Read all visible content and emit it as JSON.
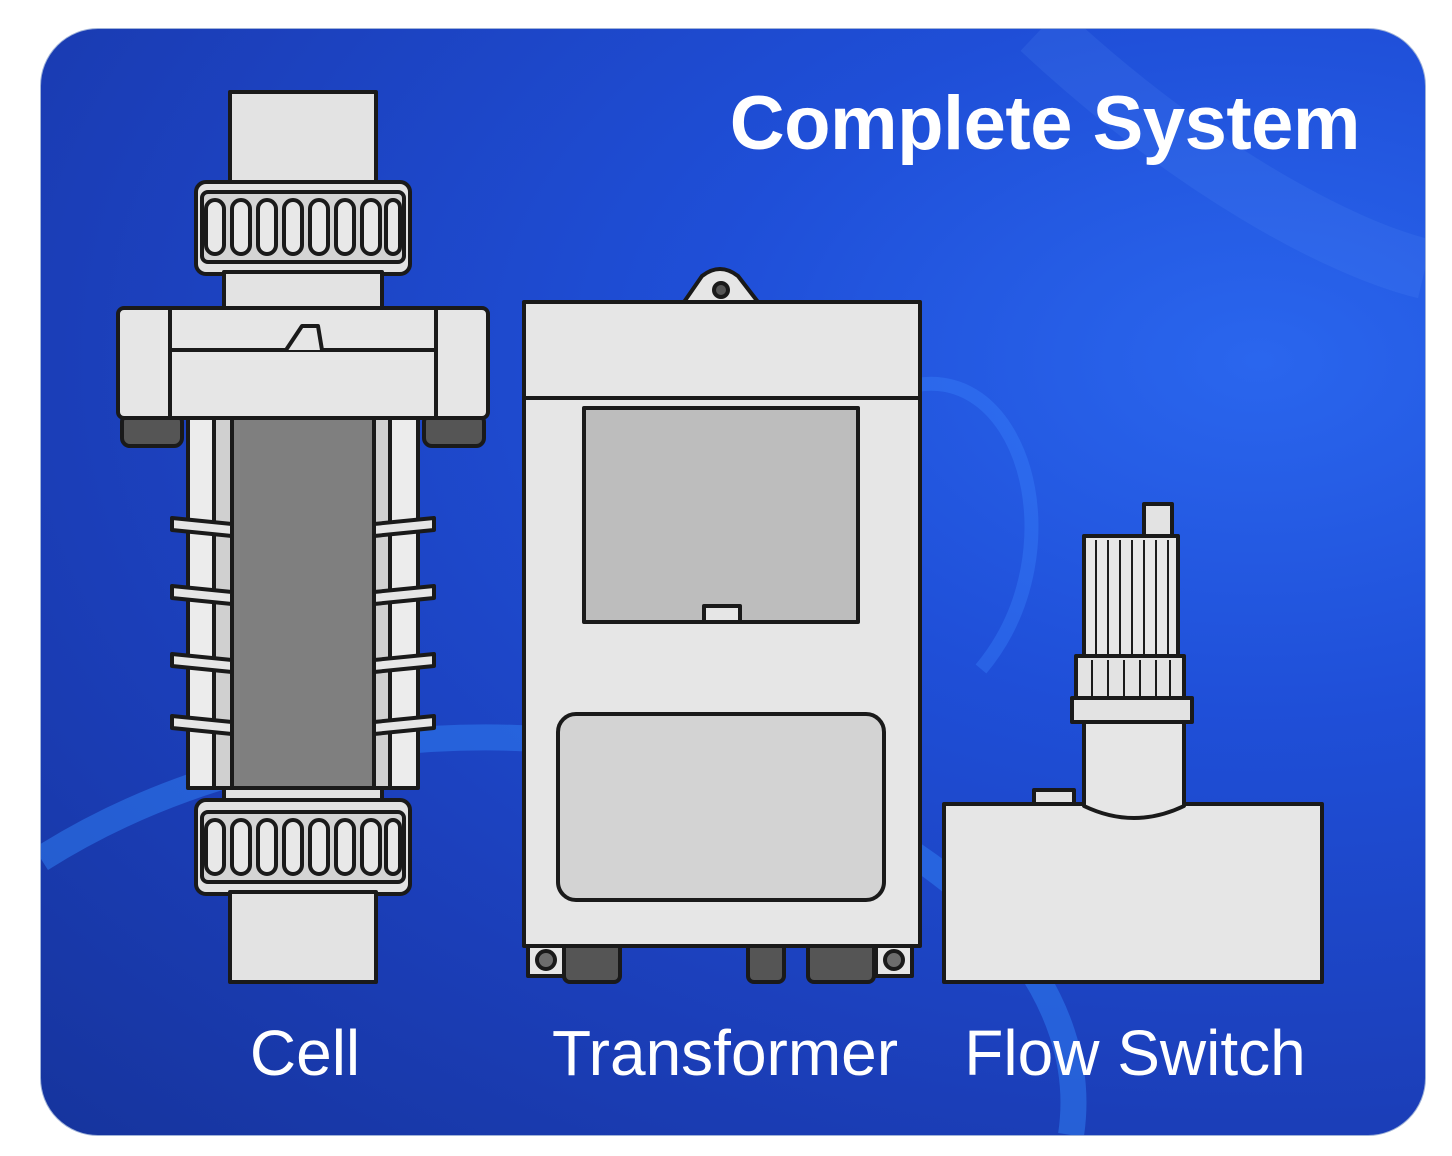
{
  "title": "Complete System",
  "components": {
    "cell": "Cell",
    "transformer": "Transformer",
    "flow_switch": "Flow Switch"
  },
  "colors": {
    "background": "#1f4fd8",
    "device_body": "#e6e6e6",
    "electrode": "#808080",
    "outline": "#1a1a1a",
    "text": "#ffffff"
  }
}
